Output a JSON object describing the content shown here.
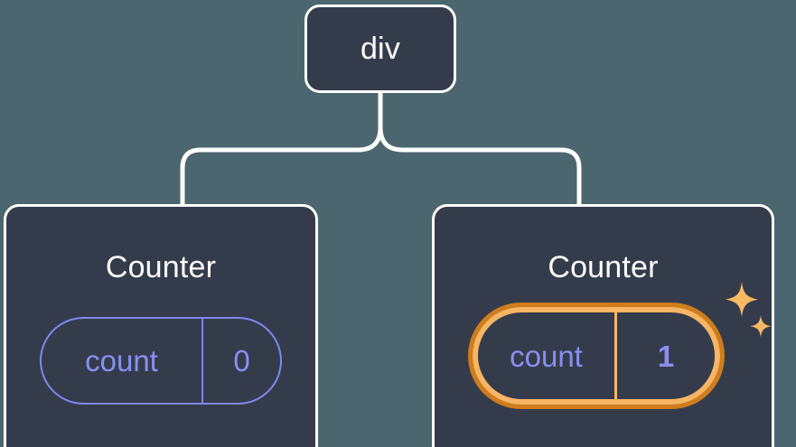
{
  "diagram": {
    "type": "component-tree",
    "background_color": "#4c6670",
    "node_fill_color": "#343c4c",
    "node_border_color": "#ffffff",
    "connector_color": "#ffffff",
    "accent_purple": "#8b8ef0",
    "accent_orange_outer": "#cf7d1c",
    "accent_orange_inner": "#f8b564",
    "root": {
      "label": "div"
    },
    "children": [
      {
        "title": "Counter",
        "state": {
          "key": "count",
          "value": "0",
          "highlighted": false
        }
      },
      {
        "title": "Counter",
        "state": {
          "key": "count",
          "value": "1",
          "highlighted": true
        },
        "sparkle_icons": [
          "sparkle-large",
          "sparkle-small"
        ]
      }
    ]
  }
}
